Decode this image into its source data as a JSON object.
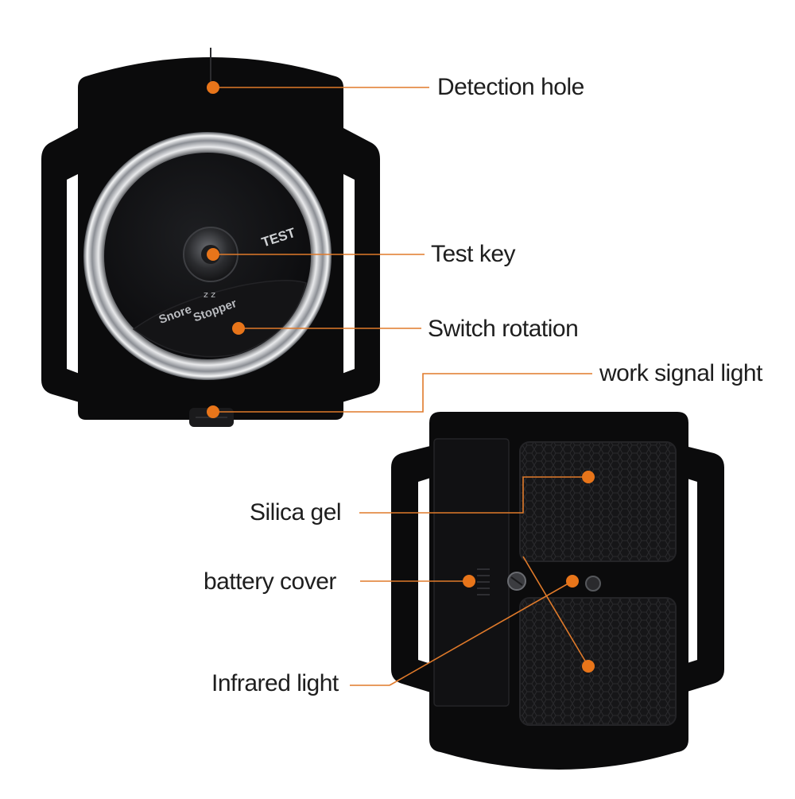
{
  "colors": {
    "leader_line": "#e07a2a",
    "marker_dot": "#e8751a",
    "device_body": "#0b0b0c",
    "background": "#ffffff",
    "chrome_ring": "#c9cbcf"
  },
  "front_device": {
    "brand_line1": "Snore",
    "brand_line2": "Stopper",
    "button_label": "TEST"
  },
  "callouts": {
    "detection_hole": "Detection hole",
    "test_key": "Test key",
    "switch_rotation": "Switch rotation",
    "work_signal_light": "work signal light",
    "silica_gel": "Silica gel",
    "battery_cover": "battery cover",
    "infrared_light": "Infrared light"
  }
}
